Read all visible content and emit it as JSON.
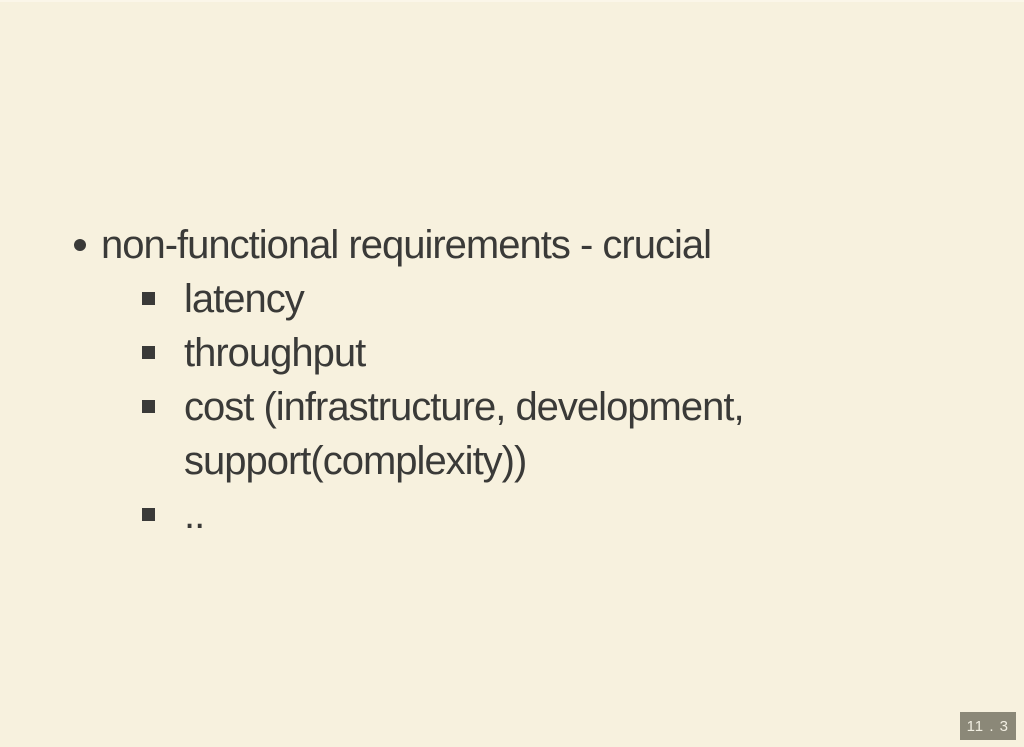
{
  "slide": {
    "colors": {
      "background": "#f7f1de",
      "text": "#3a3a38",
      "page_indicator_background": "#8b8878",
      "page_indicator_text": "#f2efe2"
    },
    "bullets": {
      "main": "non-functional requirements - crucial",
      "sub": [
        "latency",
        "throughput",
        "cost (infrastructure, development, support(complexity))",
        ".."
      ]
    },
    "page_indicator": {
      "label": "11 . 3"
    }
  }
}
